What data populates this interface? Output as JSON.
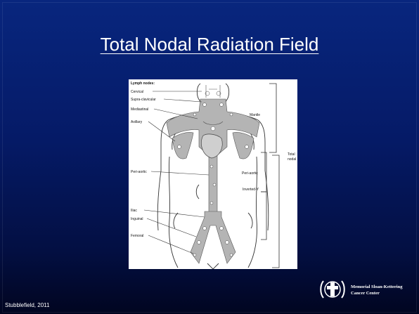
{
  "slide": {
    "title": "Total Nodal Radiation Field",
    "credit": "Stubblefield, 2011"
  },
  "figure": {
    "heading": "Lymph nodes:",
    "left_labels": [
      "Cervical",
      "Supra-clavicular",
      "Mediastinal",
      "Axillary",
      "Peri-aortic",
      "Iliac",
      "Inguinal",
      "Femoral"
    ],
    "right_labels": {
      "mantle": "Mantle",
      "peri_aortic": "Peri-aortic",
      "inverted_y": "Inverted-Y",
      "total": "Total",
      "nodal": "nodal"
    }
  },
  "logo": {
    "line1": "Memorial Sloan-Kettering",
    "line2": "Cancer Center",
    "color": "#ffffff"
  },
  "colors": {
    "background_top": "#08267e",
    "background_bottom": "#010520",
    "field_shading": "#b4b4b4"
  }
}
